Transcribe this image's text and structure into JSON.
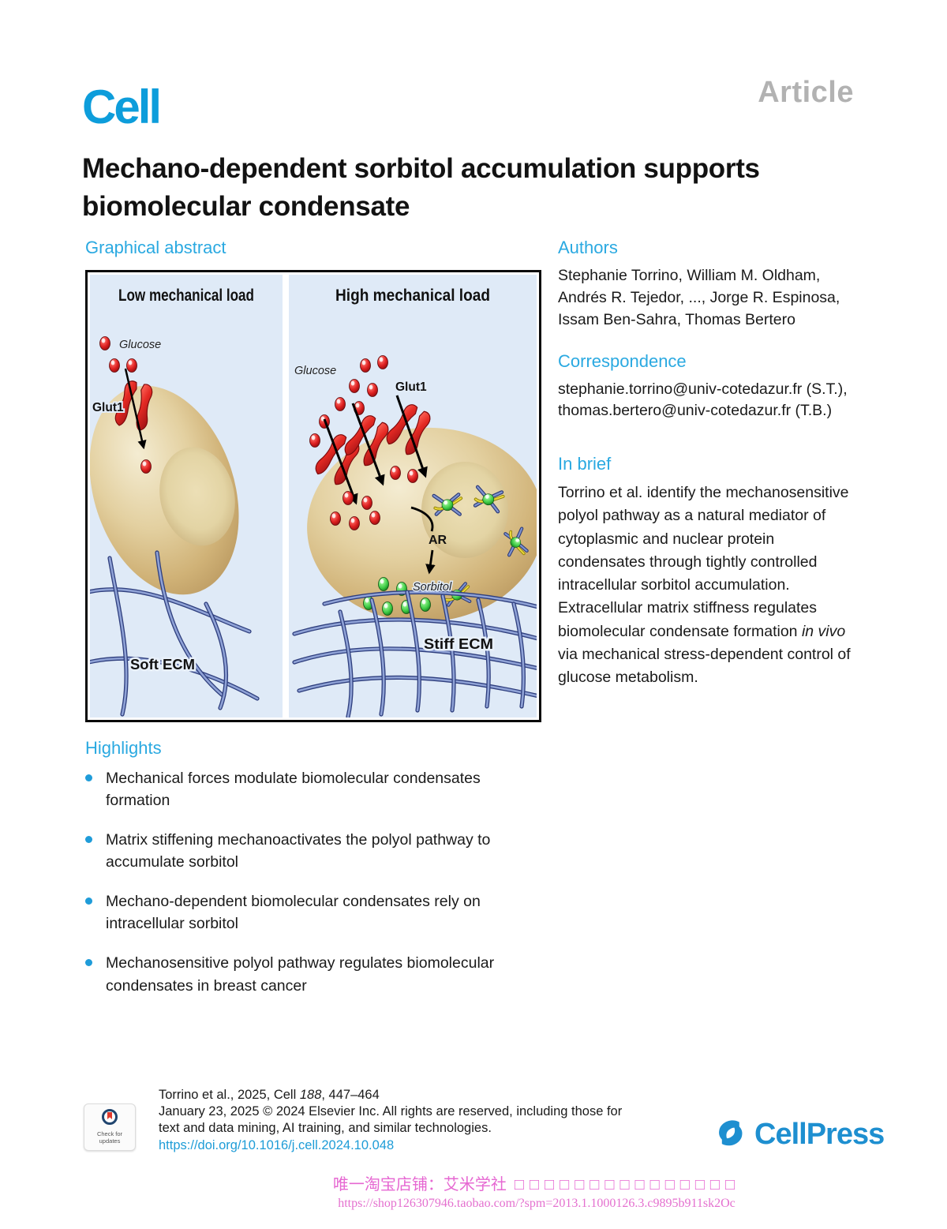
{
  "journal": {
    "logo": "Cell",
    "article_badge": "Article",
    "publisher_logo": "CellPress"
  },
  "title": "Mechano-dependent sorbitol accumulation supports biomolecular condensate",
  "graphical_abstract": {
    "heading": "Graphical abstract",
    "figure": {
      "left_panel": {
        "title": "Low mechanical load",
        "glucose_label": "Glucose",
        "glut1_label": "Glut1",
        "ecm_label": "Soft ECM"
      },
      "right_panel": {
        "title": "High mechanical load",
        "glucose_label": "Glucose",
        "glut1_label": "Glut1",
        "ar_label": "AR",
        "sorbitol_label": "Sorbitol",
        "ecm_label": "Stiff ECM"
      }
    }
  },
  "authors": {
    "heading": "Authors",
    "names": "Stephanie Torrino, William M. Oldham, Andrés R. Tejedor, ..., Jorge R. Espinosa, Issam Ben-Sahra, Thomas Bertero"
  },
  "correspondence": {
    "heading": "Correspondence",
    "emails": "stephanie.torrino@univ-cotedazur.fr (S.T.), thomas.bertero@univ-cotedazur.fr (T.B.)"
  },
  "in_brief": {
    "heading": "In brief",
    "text_before": "Torrino et al. identify the mechanosensitive polyol pathway as a natural mediator of cytoplasmic and nuclear protein condensates through tightly controlled intracellular sorbitol accumulation. Extracellular matrix stiffness regulates biomolecular condensate formation ",
    "italic_phrase": "in vivo",
    "text_after": " via mechanical stress-dependent control of glucose metabolism."
  },
  "highlights": {
    "heading": "Highlights",
    "items": [
      "Mechanical forces modulate biomolecular condensates formation",
      "Matrix stiffening mechanoactivates the polyol pathway to accumulate sorbitol",
      "Mechano-dependent biomolecular condensates rely on intracellular sorbitol",
      "Mechanosensitive polyol pathway regulates biomolecular condensates in breast cancer"
    ]
  },
  "footer": {
    "citation_prefix": "Torrino et al., 2025, Cell ",
    "citation_volume": "188",
    "citation_suffix": ", 447–464",
    "copyright_text": "January 23, 2025 © 2024 Elsevier Inc. All rights are reserved, including those for text and data mining, AI training, and similar technologies.",
    "doi": "https://doi.org/10.1016/j.cell.2024.10.048",
    "update_badge_line1": "Check for",
    "update_badge_line2": "updates"
  },
  "watermark": {
    "line1_text": "唯一淘宝店铺：艾米学社",
    "line1_boxes": "□□□□□□□□□□□□□□□",
    "line2_url": "https://shop126307946.taobao.com/?spm=2013.1.1000126.3.c9895b911sk2Oc"
  },
  "colors": {
    "logo_blue": "#0d9ddb",
    "heading_blue": "#2aa9e1",
    "link_blue": "#1e9cd7",
    "article_gray": "#b2b2b2",
    "figure_background": "#dfeaf7",
    "glucose_red": "#dd1f1f",
    "sorbitol_green": "#3cc944",
    "ecm_blue": "#2e3e7d",
    "watermark_pink": "#e668d2"
  }
}
